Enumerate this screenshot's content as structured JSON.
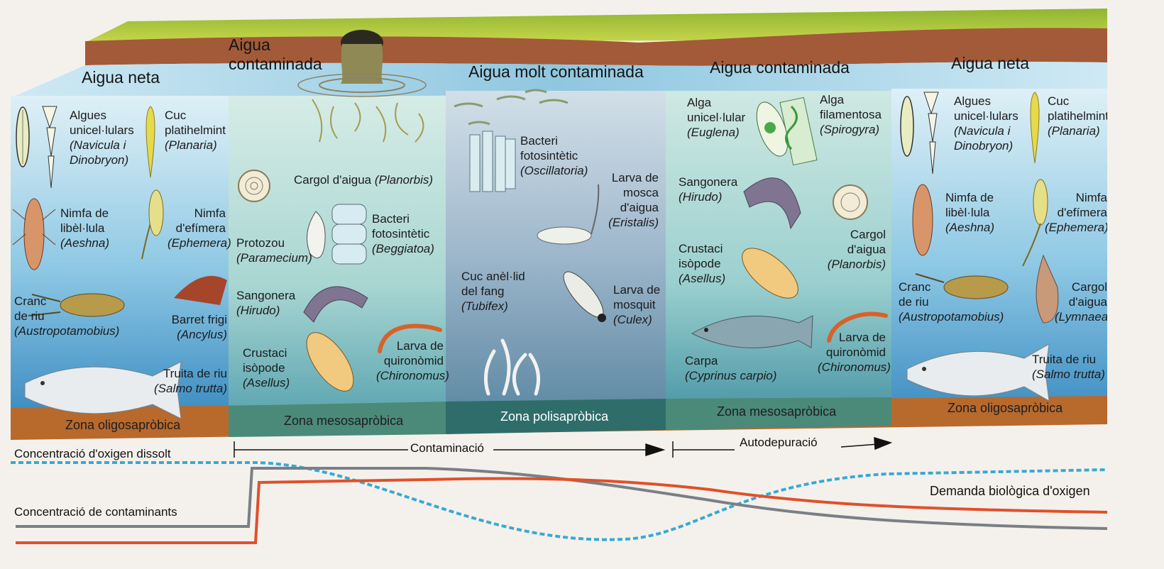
{
  "zones_top": [
    {
      "key": "neta1",
      "text": "Aigua neta"
    },
    {
      "key": "cont1",
      "text": "Aigua\ncontaminada"
    },
    {
      "key": "molt",
      "text": "Aigua molt contaminada"
    },
    {
      "key": "cont2",
      "text": "Aigua contaminada"
    },
    {
      "key": "neta2",
      "text": "Aigua neta"
    }
  ],
  "zones_bottom": [
    "Zona oligosapròbica",
    "Zona mesosapròbica",
    "Zona polisapròbica",
    "Zona  mesosapròbica",
    "Zona oligosapròbica"
  ],
  "organisms": {
    "algues1": {
      "name": "Algues\nunicel·lulars",
      "sci": "(Navicula i\nDinobryon)"
    },
    "cuc1": {
      "name": "Cuc\nplatihelmint",
      "sci": "(Planaria)"
    },
    "nimfa_lib1": {
      "name": "Nimfa de\nlibèl·lula",
      "sci": "(Aeshna)"
    },
    "nimfa_ef1": {
      "name": "Nimfa\nd'efímera",
      "sci": "(Ephemera)"
    },
    "cranc1": {
      "name": "Cranc\nde riu",
      "sci": "(Austropotamobius)"
    },
    "barret": {
      "name": "Barret frigi",
      "sci": "(Ancylus)"
    },
    "truita1": {
      "name": "Truita de riu",
      "sci": "(Salmo trutta)"
    },
    "cargol1": {
      "name": "Cargol d'aigua",
      "sci": "(Planorbis)"
    },
    "protozou": {
      "name": "Protozou",
      "sci": "(Paramecium)"
    },
    "beggiatoa": {
      "name": "Bacteri\nfotosintètic",
      "sci": "(Beggiatoa)"
    },
    "sangonera1": {
      "name": "Sangonera",
      "sci": "(Hirudo)"
    },
    "crustaci1": {
      "name": "Crustaci\nisòpode",
      "sci": "(Asellus)"
    },
    "quiro1": {
      "name": "Larva de\nquironòmid",
      "sci": "(Chironomus)"
    },
    "oscillatoria": {
      "name": "Bacteri\nfotosintètic",
      "sci": "(Oscillatoria)"
    },
    "eristalis": {
      "name": "Larva de\nmosca\nd'aigua",
      "sci": "(Eristalis)"
    },
    "tubifex": {
      "name": "Cuc anèl·lid\ndel fang",
      "sci": "(Tubifex)"
    },
    "culex": {
      "name": "Larva de\nmosquit",
      "sci": "(Culex)"
    },
    "euglena": {
      "name": "Alga\nunicel·lular",
      "sci": "(Euglena)"
    },
    "spirogyra": {
      "name": "Alga\nfilamentosa",
      "sci": "(Spirogyra)"
    },
    "sangonera2": {
      "name": "Sangonera",
      "sci": "(Hirudo)"
    },
    "cargol2": {
      "name": "Cargol d'aigua",
      "sci": "(Planorbis)"
    },
    "crustaci2": {
      "name": "Crustaci\nisòpode",
      "sci": "(Asellus)"
    },
    "carpa": {
      "name": "Carpa",
      "sci": "(Cyprinus carpio)"
    },
    "quiro2": {
      "name": "Larva de\nquironòmid",
      "sci": "(Chironomus)"
    },
    "algues2": {
      "name": "Algues\nunicel·lulars",
      "sci": "(Navicula i\nDinobryon)"
    },
    "cuc2": {
      "name": "Cuc\nplatihelmint",
      "sci": "(Planaria)"
    },
    "nimfa_lib2": {
      "name": "Nimfa de\nlibèl·lula",
      "sci": "(Aeshna)"
    },
    "nimfa_ef2": {
      "name": "Nimfa\nd'efímera",
      "sci": "(Ephemera)"
    },
    "cranc2": {
      "name": "Cranc\nde riu",
      "sci": "(Austropotamobius)"
    },
    "cargol3": {
      "name": "Cargol\nd'aigua",
      "sci": "(Lymnaea)"
    },
    "truita2": {
      "name": "Truita de riu",
      "sci": "(Salmo trutta)"
    }
  },
  "axis": {
    "contaminacio": "Contaminació",
    "autodepuracio": "Autodepuració",
    "oxigen": "Concentració d'oxigen dissolt",
    "contaminants": "Concentració de contaminants",
    "dbo": "Demanda biològica d'oxigen"
  },
  "colors": {
    "oxygen_line": "#3aa8d4",
    "contaminants_line": "#7a7f86",
    "bod_line": "#e0502a",
    "sediment": "#b8692c",
    "polisaprobic": "#2f6d6a"
  }
}
